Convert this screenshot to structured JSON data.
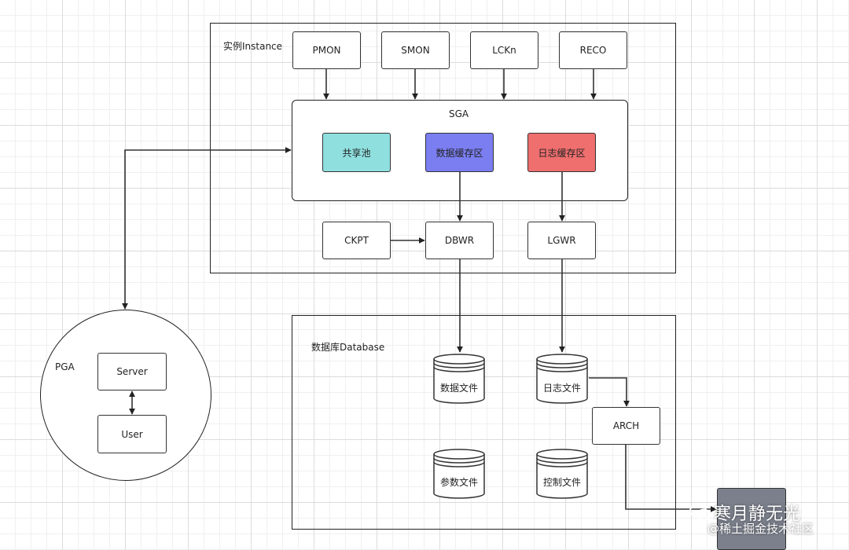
{
  "instance": {
    "title": "实例Instance"
  },
  "processes_top": [
    "PMON",
    "SMON",
    "LCKn",
    "RECO"
  ],
  "sga": {
    "title": "SGA",
    "pools": [
      {
        "label": "共享池",
        "color": "#8fdfdf"
      },
      {
        "label": "数据缓存区",
        "color": "#7a7ef0"
      },
      {
        "label": "日志缓存区",
        "color": "#ef6e6e"
      }
    ]
  },
  "processes_bottom": {
    "ckpt": "CKPT",
    "dbwr": "DBWR",
    "lgwr": "LGWR"
  },
  "database": {
    "title": "数据库Database",
    "files": {
      "data": "数据文件",
      "log": "日志文件",
      "param": "参数文件",
      "control": "控制文件"
    },
    "arch": "ARCH"
  },
  "pga": {
    "title": "PGA",
    "server": "Server",
    "user": "User"
  },
  "watermark": {
    "line1": "寒月静无光",
    "line2": "@稀土掘金技术社区"
  }
}
